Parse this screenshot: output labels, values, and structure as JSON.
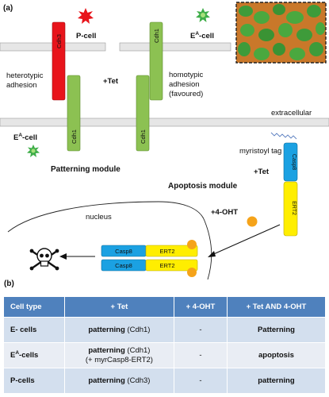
{
  "panel_a": {
    "label": "(a)",
    "p_cell": "P-cell",
    "ea_cell_top": "E",
    "ea_cell_top_sup": "A",
    "ea_cell_top_suffix": "-cell",
    "cdh3": "Cdh3",
    "cdh1_top": "Cdh1",
    "cdh1_left": "Cdh1",
    "cdh1_right": "Cdh1",
    "heterotypic_1": "heterotypic",
    "heterotypic_2": "adhesion",
    "tet_mid": "+Tet",
    "homotypic_1": "homotypic",
    "homotypic_2": "adhesion",
    "homotypic_3": "(favoured)",
    "extracellular": "extracellular",
    "ea_cell_bottom": "E",
    "ea_cell_bottom_sup": "A",
    "ea_cell_bottom_suffix": "-cell",
    "patterning_module": "Patterning module",
    "myristoyl_tag": "myristoyl tag",
    "casp8_vertical": "Casp8",
    "tet_right": "+Tet",
    "apoptosis_module": "Apoptosis module",
    "ert2_vertical": "ERT2",
    "nucleus": "nucleus",
    "oht": "+4-OHT",
    "casp8_a": "Casp8",
    "ert2_a": "ERT2",
    "casp8_b": "Casp8",
    "ert2_b": "ERT2",
    "skull_icon": "skull-crossbones-icon",
    "colors": {
      "red": "#e8141b",
      "green": "#8cc152",
      "blue": "#1ba1e2",
      "yellow": "#ffee00",
      "orange": "#f5a31a",
      "membrane": "#e6e6e6"
    }
  },
  "panel_b": {
    "label": "(b)",
    "headers": [
      "Cell type",
      "+ Tet",
      "+ 4-OHT",
      "+ Tet AND 4-OHT"
    ],
    "rows": [
      {
        "type": "E- cells",
        "tet_bold": "patterning",
        "tet_rest": " (Cdh1)",
        "tet_line2": "",
        "oht": "-",
        "both": "Patterning"
      },
      {
        "type_base": "E",
        "type_sup": "A",
        "type_suffix": "-cells",
        "tet_bold": "patterning",
        "tet_rest": " (Cdh1)",
        "tet_line2": "(+ myrCasp8-ERT2)",
        "oht": "-",
        "both": "apoptosis"
      },
      {
        "type": "P-cells",
        "tet_bold": "patterning",
        "tet_rest": " (Cdh3)",
        "tet_line2": "",
        "oht": "-",
        "both": "patterning"
      }
    ]
  }
}
